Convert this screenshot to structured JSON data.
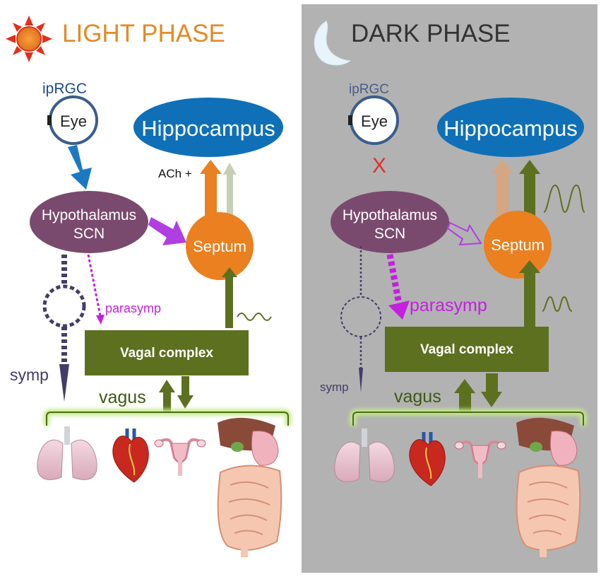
{
  "light": {
    "title": "LIGHT PHASE",
    "iprgc": "ipRGC",
    "eye": "Eye",
    "hippocampus": "Hippocampus",
    "ach": "ACh +",
    "hypo_line1": "Hypothalamus",
    "hypo_line2": "SCN",
    "septum": "Septum",
    "parasymp": "parasymp",
    "symp": "symp",
    "vagal": "Vagal complex",
    "vagus": "vagus"
  },
  "dark": {
    "title": "DARK PHASE",
    "iprgc": "ipRGC",
    "eye": "Eye",
    "blocked_mark": "X",
    "hippocampus": "Hippocampus",
    "hypo_line1": "Hypothalamus",
    "hypo_line2": "SCN",
    "septum": "Septum",
    "parasymp": "parasymp",
    "symp": "symp",
    "vagal": "Vagal complex",
    "vagus": "vagus"
  },
  "colors": {
    "light_title": "#e38a24",
    "dark_title": "#333333",
    "dark_panel": "#b2b2b2",
    "hippocampus": "#0f70b8",
    "hypothalamus": "#7a4a6e",
    "septum": "#ea8020",
    "vagal": "#5d701f",
    "magenta": "#c51fe0",
    "symp": "#453c68",
    "eye_ring": "#3a5e8c",
    "blue_arrow": "#1b79c4",
    "x_red": "#e03030"
  },
  "icons": [
    "sun-icon",
    "moon-icon",
    "lungs-icon",
    "heart-icon",
    "uterus-icon",
    "digestive-system-icon"
  ]
}
